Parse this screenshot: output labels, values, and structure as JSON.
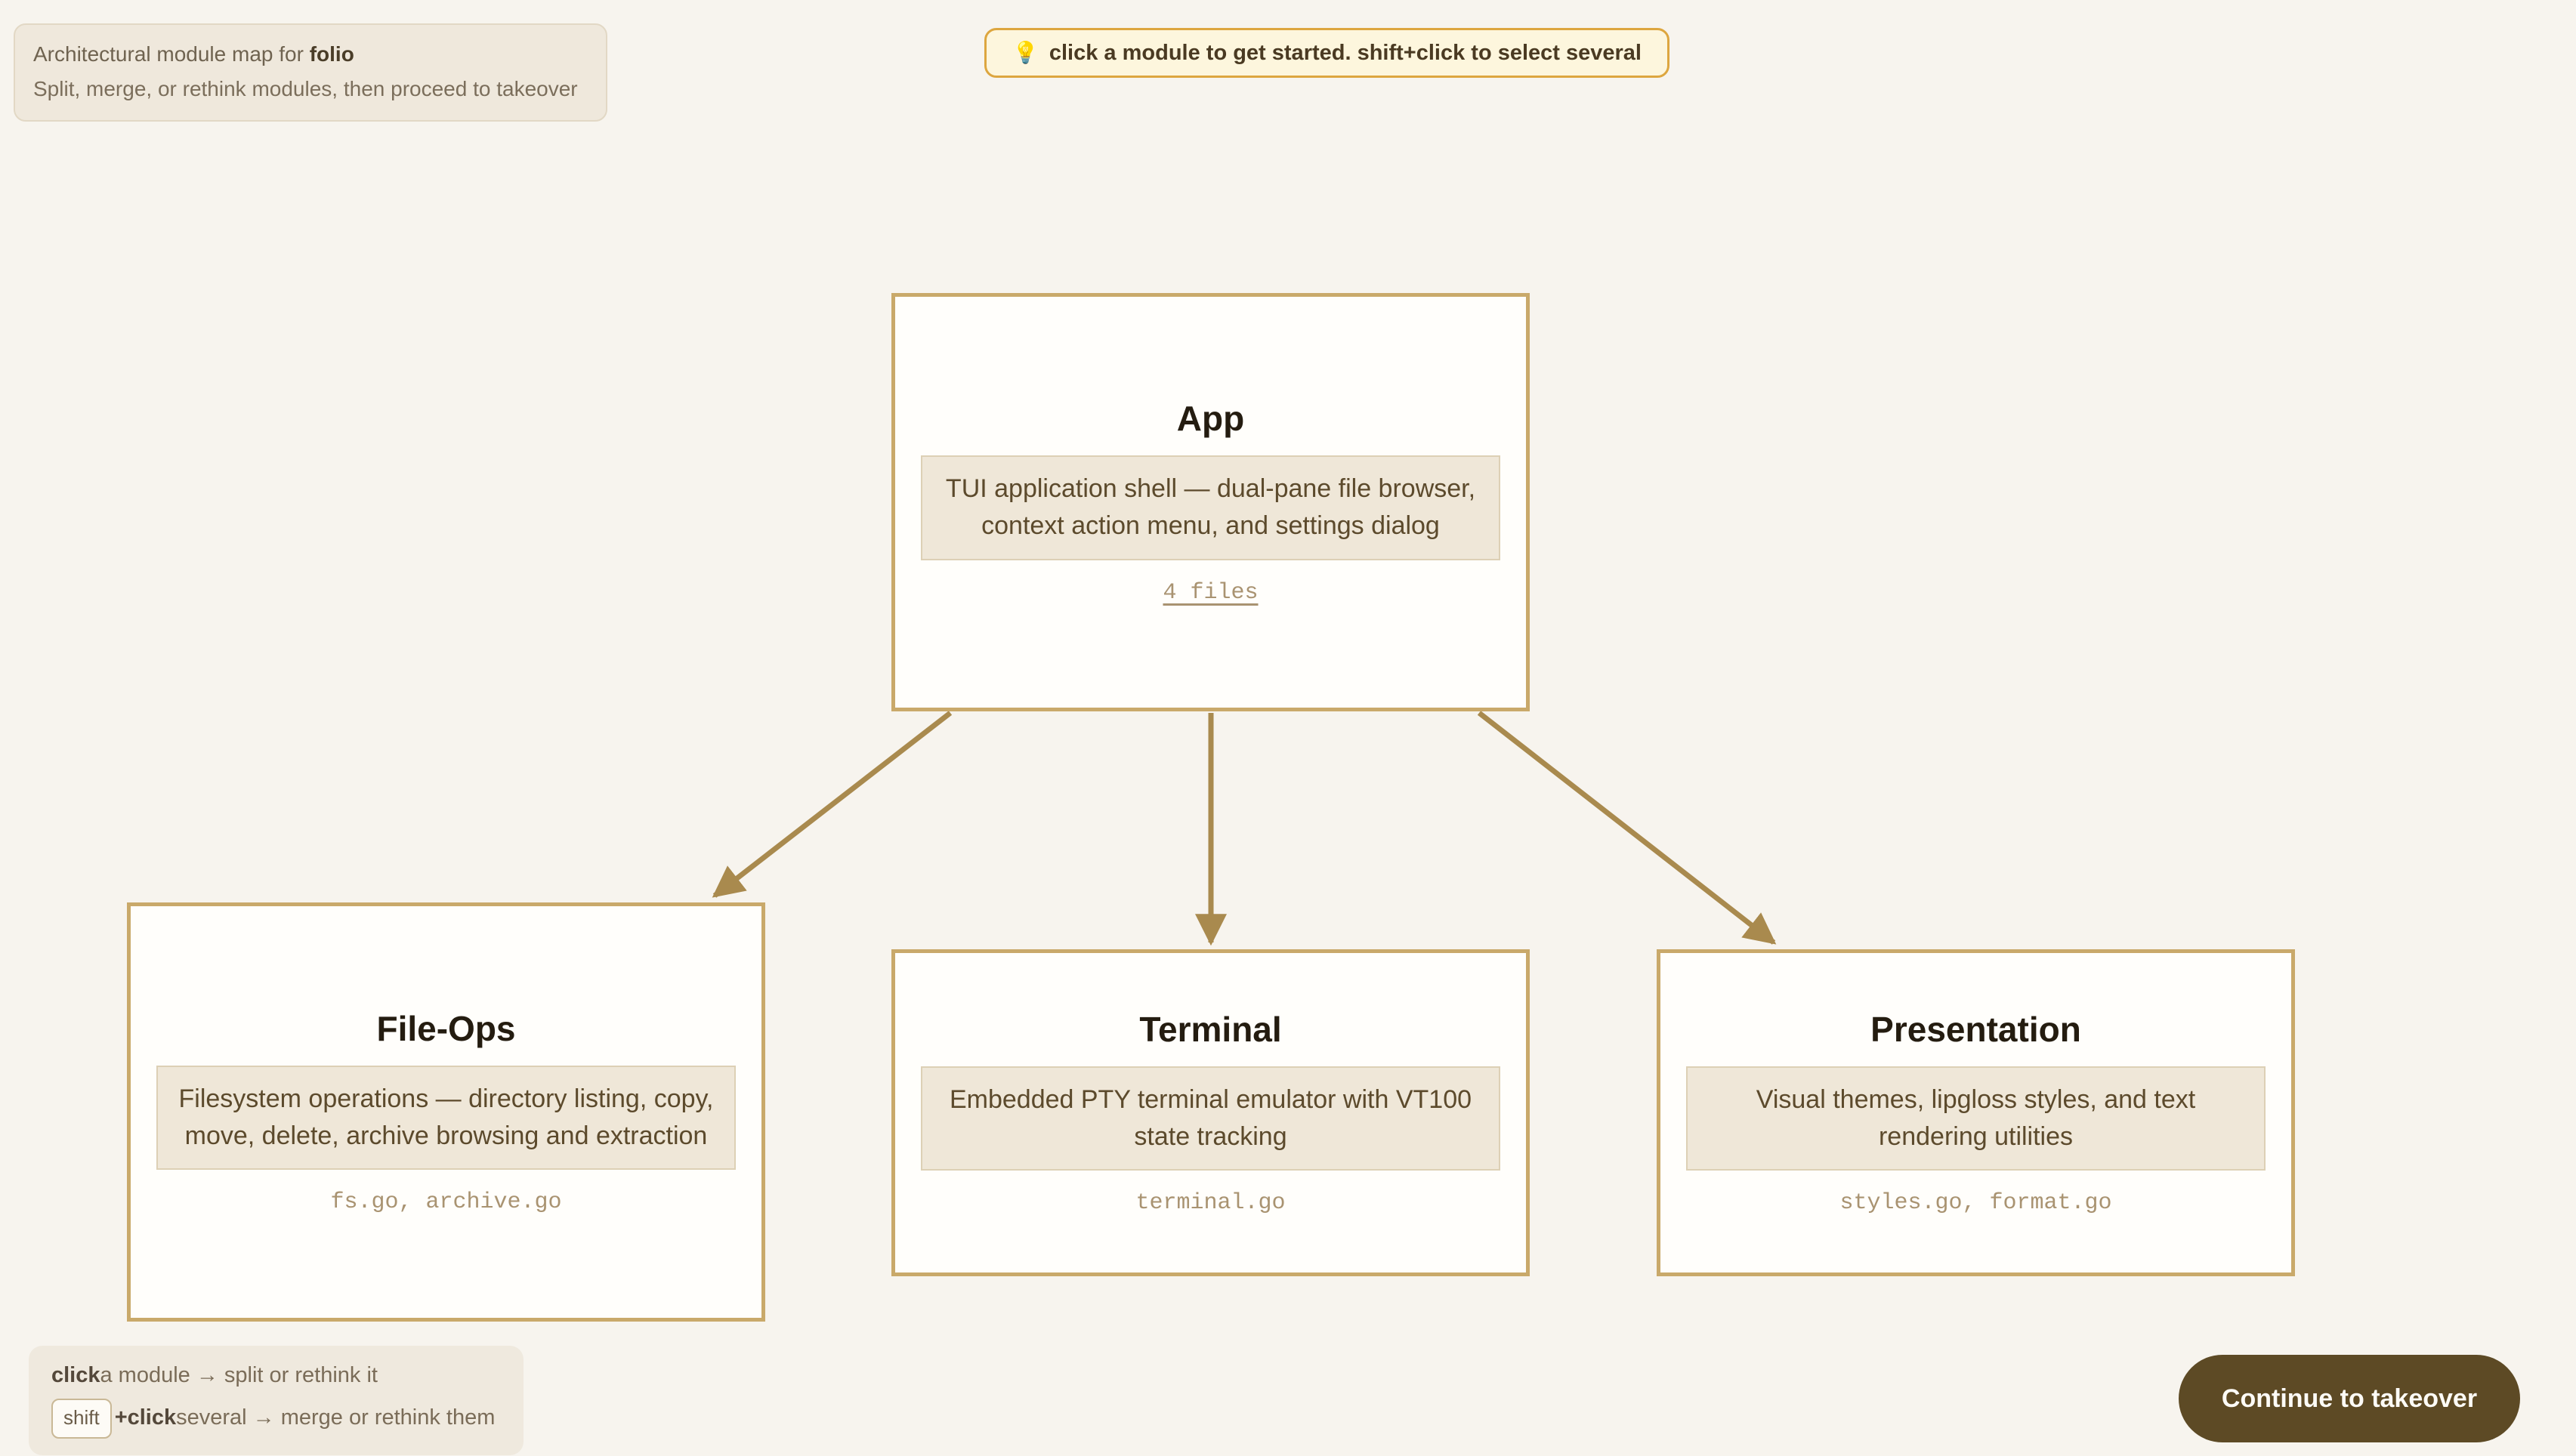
{
  "header": {
    "line1_prefix": "Architectural module map for ",
    "line1_project": "folio",
    "line2": "Split, merge, or rethink modules, then proceed to takeover"
  },
  "hint": {
    "icon": "lightbulb-icon",
    "glyph": "💡",
    "text": "click a module to get started. shift+click to select several"
  },
  "graph": {
    "root_id": "app",
    "nodes": [
      {
        "id": "app",
        "title": "App",
        "description": "TUI application shell — dual-pane file browser, context action menu, and settings dialog",
        "files_label": "4 files",
        "files_linked": true
      },
      {
        "id": "file-ops",
        "title": "File-Ops",
        "description": "Filesystem operations — directory listing, copy, move, delete, archive browsing and extraction",
        "files_label": "fs.go, archive.go",
        "files_linked": false
      },
      {
        "id": "terminal",
        "title": "Terminal",
        "description": "Embedded PTY terminal emulator with VT100 state tracking",
        "files_label": "terminal.go",
        "files_linked": false
      },
      {
        "id": "presentation",
        "title": "Presentation",
        "description": "Visual themes, lipgloss styles, and text rendering utilities",
        "files_label": "styles.go, format.go",
        "files_linked": false
      }
    ],
    "edges": [
      {
        "from": "app",
        "to": "file-ops"
      },
      {
        "from": "app",
        "to": "terminal"
      },
      {
        "from": "app",
        "to": "presentation"
      }
    ]
  },
  "legend": {
    "row1_action": "click",
    "row1_rest": " a module → split or rethink it",
    "row2_key": "shift",
    "row2_action": "+click",
    "row2_rest": " several → merge or rethink them"
  },
  "cta": {
    "label": "Continue to takeover"
  },
  "colors": {
    "background": "#f7f4ee",
    "node_border": "#c9a96a",
    "node_fill": "#fffefb",
    "desc_fill": "#efe7d8",
    "edge": "#a98a4e",
    "hint_border": "#dda63f",
    "hint_fill": "#fdf6dd",
    "cta_fill": "#5d4a25",
    "panel_fill": "#efe9de"
  }
}
